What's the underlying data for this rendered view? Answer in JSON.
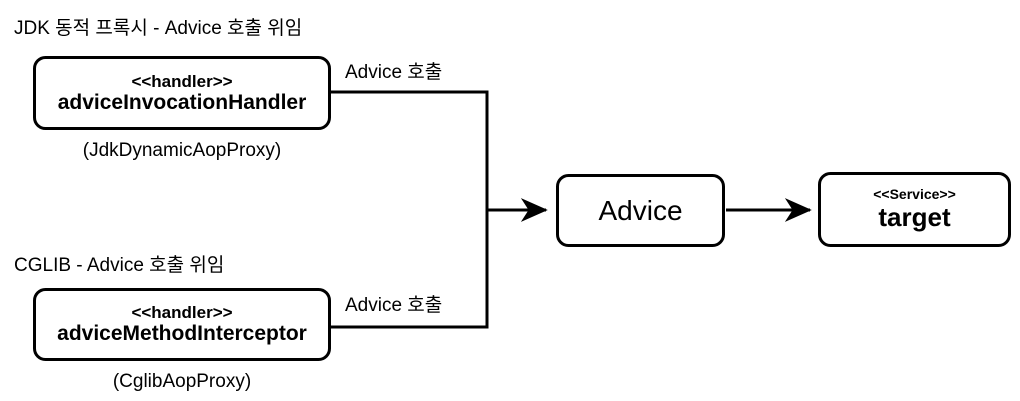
{
  "diagram": {
    "title_jdk": "JDK 동적 프록시 -  Advice 호출 위임",
    "title_cglib": "CGLIB - Advice 호출 위임",
    "caption_jdk": "(JdkDynamicAopProxy)",
    "caption_cglib": "(CglibAopProxy)",
    "edge_label_top": "Advice 호출",
    "edge_label_bottom": "Advice 호출",
    "stroke_color": "#000000",
    "fill_color": "#ffffff",
    "background_color": "#ffffff"
  },
  "nodes": {
    "jdk_handler": {
      "stereotype": "<<handler>>",
      "name": "adviceInvocationHandler"
    },
    "cglib_handler": {
      "stereotype": "<<handler>>",
      "name": "adviceMethodInterceptor"
    },
    "advice": {
      "name": "Advice"
    },
    "target": {
      "stereotype": "<<Service>>",
      "name": "target"
    }
  }
}
